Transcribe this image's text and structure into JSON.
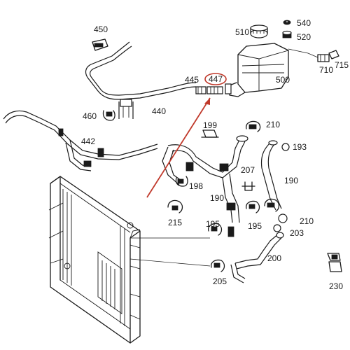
{
  "callouts": {
    "p450": "450",
    "p445": "445",
    "p447": "447",
    "p440": "440",
    "p460": "460",
    "p442": "442",
    "p510": "510",
    "p540": "540",
    "p520": "520",
    "p500": "500",
    "p710": "710",
    "p715": "715",
    "p199": "199",
    "p210a": "210",
    "p193": "193",
    "p198": "198",
    "p207": "207",
    "p190a": "190",
    "p190b": "190",
    "p215": "215",
    "p195a": "195",
    "p195b": "195",
    "p210b": "210",
    "p203": "203",
    "p200": "200",
    "p205": "205",
    "p230": "230"
  },
  "highlight": {
    "part": "447",
    "color": "#c0392b"
  }
}
